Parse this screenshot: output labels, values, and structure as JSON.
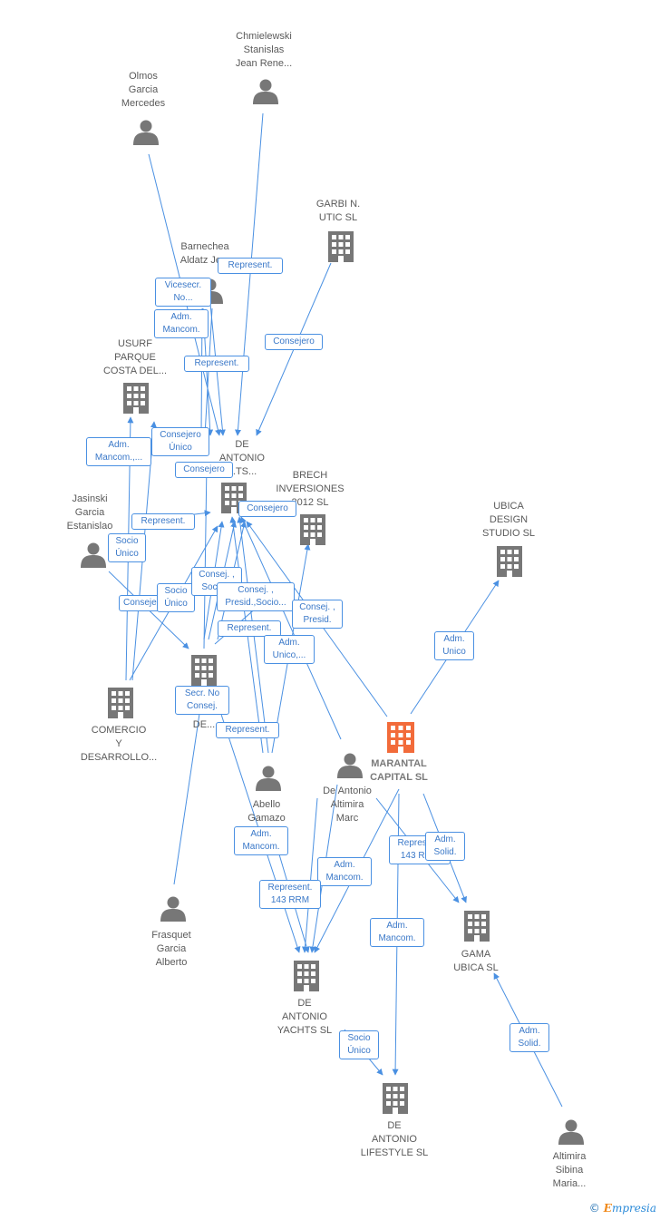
{
  "colors": {
    "edge": "#4a90e2",
    "node": "#777777",
    "focus": "#f26b3a",
    "label_text": "#3a78c8"
  },
  "nodes": [
    {
      "id": "chmielewski",
      "type": "person",
      "label": "Chmielewski\nStanislas\nJean Rene..."
    },
    {
      "id": "olmos",
      "type": "person",
      "label": "Olmos\nGarcia\nMercedes"
    },
    {
      "id": "garbi",
      "type": "company",
      "label": "GARBI N.\nUTIC  SL"
    },
    {
      "id": "barnechea",
      "type": "person",
      "label": "Barnechea\nAldatz Je..."
    },
    {
      "id": "usurf",
      "type": "company",
      "label": "USURF\nPARQUE\nCOSTA DEL..."
    },
    {
      "id": "deantonio_ts",
      "type": "company",
      "label": "DE\nANTONIO\n...TS..."
    },
    {
      "id": "brech",
      "type": "company",
      "label": "BRECH\nINVERSIONES\n2012 SL"
    },
    {
      "id": "ubica_design",
      "type": "company",
      "label": "UBICA\nDESIGN\nSTUDIO  SL"
    },
    {
      "id": "jasinski",
      "type": "person",
      "label": "Jasinski\nGarcia\nEstanislao"
    },
    {
      "id": "comercio",
      "type": "company",
      "label": "COMERCIO\nY\nDESARROLLO..."
    },
    {
      "id": "e_de",
      "type": "company",
      "label": "E...S\nDE..."
    },
    {
      "id": "marantal",
      "type": "focus",
      "label": "MARANTAL\nCAPITAL  SL"
    },
    {
      "id": "deantonio_altimira",
      "type": "person",
      "label": "De Antonio\nAltimira\nMarc"
    },
    {
      "id": "abello",
      "type": "person",
      "label": "Abello\nGamazo\n..."
    },
    {
      "id": "gama",
      "type": "company",
      "label": "GAMA\nUBICA SL"
    },
    {
      "id": "frasquet",
      "type": "person",
      "label": "Frasquet\nGarcia\nAlberto"
    },
    {
      "id": "deantonio_yachts",
      "type": "company",
      "label": "DE\nANTONIO\nYACHTS  SL"
    },
    {
      "id": "deantonio_lifestyle",
      "type": "company",
      "label": "DE\nANTONIO\nLIFESTYLE  SL"
    },
    {
      "id": "altimira_sibina",
      "type": "person",
      "label": "Altimira\nSibina\nMaria..."
    }
  ],
  "edge_labels": [
    "Represent.",
    "Vicesecr.\nNo...",
    "Adm.\nMancom.",
    "Represent.",
    "Consejero",
    "Consejero\nÚnico",
    "Adm.\nMancom.,...",
    "Consejero",
    "Consejero",
    "Represent.",
    "Socio\nÚnico",
    "Consejero",
    "Socio\nÚnico",
    "Consej. ,\nSocio...",
    "Consej. ,\nPresid.,Socio...",
    "Represent.",
    "Consej. ,\nPresid.",
    "Adm.\nUnico,...",
    "Adm.\nUnico",
    "Secr.  No\nConsej.",
    "Represent.",
    "Adm.\nMancom.",
    "Adm.\nMancom.",
    "Represent.\n143 RRM",
    "Represent.\n143 RRM",
    "Adm.\nSolid.",
    "Adm.\nMancom.",
    "Socio\nÚnico",
    "Adm.\nSolid."
  ],
  "brand": {
    "symbol": "©",
    "initial": "E",
    "rest": "mpresia"
  }
}
